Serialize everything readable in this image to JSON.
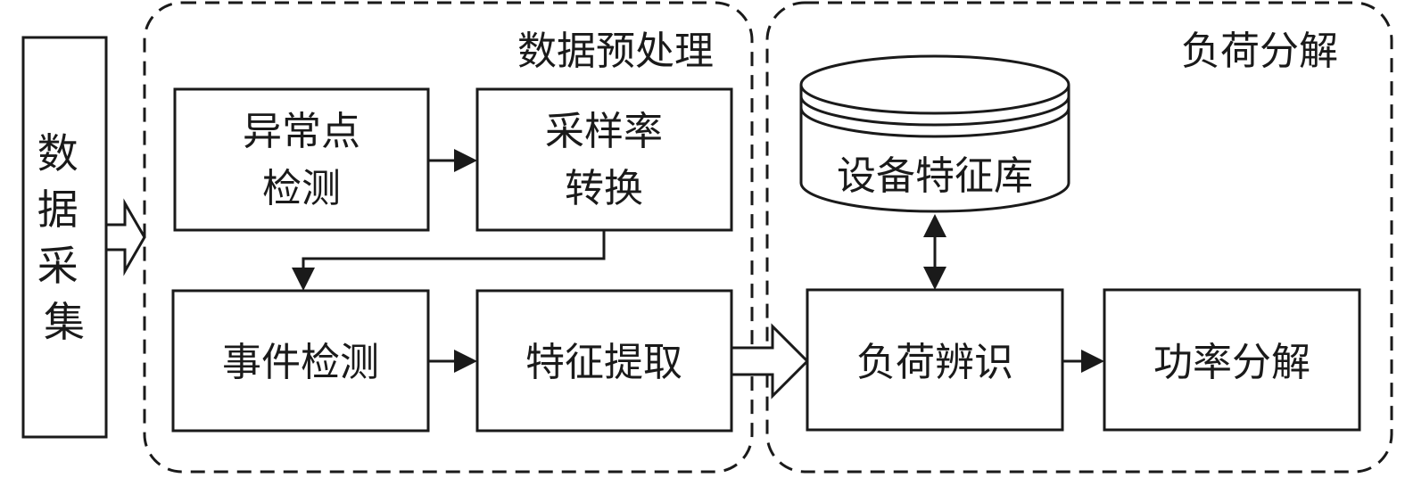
{
  "groups": {
    "preprocess": "数据预处理",
    "decompose": "负荷分解"
  },
  "nodes": {
    "collect": "数据采集",
    "anomaly_1": "异常点",
    "anomaly_2": "检测",
    "resample_1": "采样率",
    "resample_2": "转换",
    "event": "事件检测",
    "feature": "特征提取",
    "database": "设备特征库",
    "identify": "负荷辨识",
    "power": "功率分解"
  }
}
